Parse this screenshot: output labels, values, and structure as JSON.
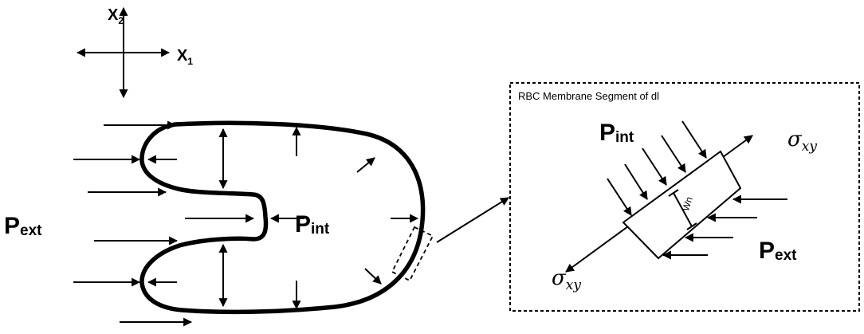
{
  "axes": {
    "x_label": "X",
    "x_sub": "1",
    "y_label": "X",
    "y_sub": "2"
  },
  "cell": {
    "p_ext_main": "P",
    "p_ext_sub": "ext",
    "p_int_main": "P",
    "p_int_sub": "int"
  },
  "segment_box": {
    "title": "RBC Membrane Segment of dl",
    "p_int_main": "P",
    "p_int_sub": "int",
    "p_ext_main": "P",
    "p_ext_sub": "ext",
    "sigma_top_main": "σ",
    "sigma_top_sub": "xy",
    "sigma_bottom_main": "σ",
    "sigma_bottom_sub": "xy",
    "thickness_label": "Wn"
  }
}
